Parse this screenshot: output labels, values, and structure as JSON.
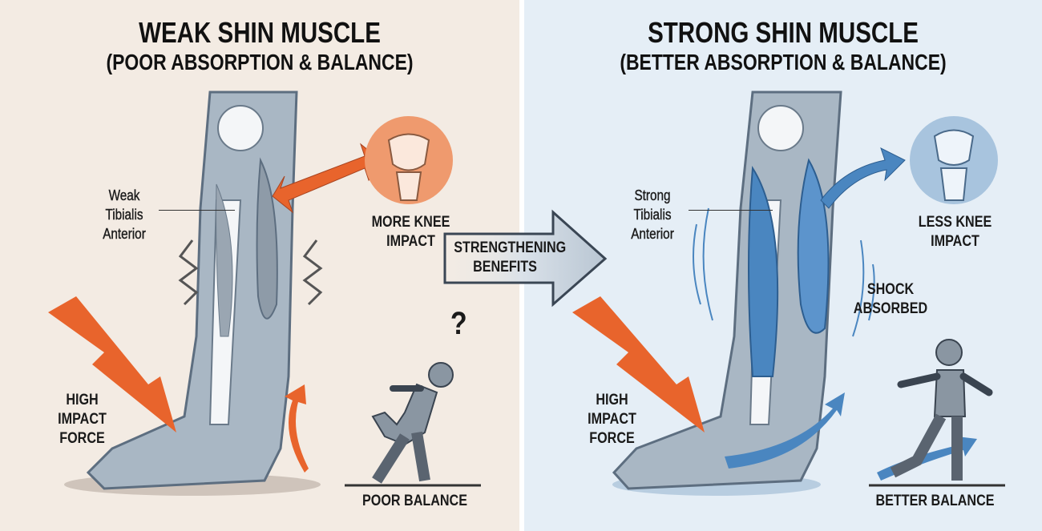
{
  "left": {
    "title": "WEAK SHIN MUSCLE",
    "subtitle": "(POOR ABSORPTION & BALANCE)",
    "muscle_label": [
      "Weak",
      "Tibialis",
      "Anterior"
    ],
    "knee_label": [
      "MORE KNEE",
      "IMPACT"
    ],
    "force_label": [
      "HIGH",
      "IMPACT",
      "FORCE"
    ],
    "balance_label": "POOR BALANCE",
    "question_mark": "?"
  },
  "center": {
    "arrow_label": [
      "STRENGTHENING",
      "BENEFITS"
    ]
  },
  "right": {
    "title": "STRONG SHIN MUSCLE",
    "subtitle": "(BETTER ABSORPTION & BALANCE)",
    "muscle_label": [
      "Strong",
      "Tibialis",
      "Anterior"
    ],
    "knee_label": [
      "LESS KNEE",
      "IMPACT"
    ],
    "shock_label": [
      "SHOCK",
      "ABSORBED"
    ],
    "force_label": [
      "HIGH",
      "IMPACT",
      "FORCE"
    ],
    "balance_label": "BETTER BALANCE"
  },
  "colors": {
    "left_bg": "#f3ebe3",
    "right_bg": "#e5eef6",
    "orange": "#e8642c",
    "blue": "#4a86c0",
    "bone": "#f4f6f8",
    "leg": "#a9b7c4"
  }
}
